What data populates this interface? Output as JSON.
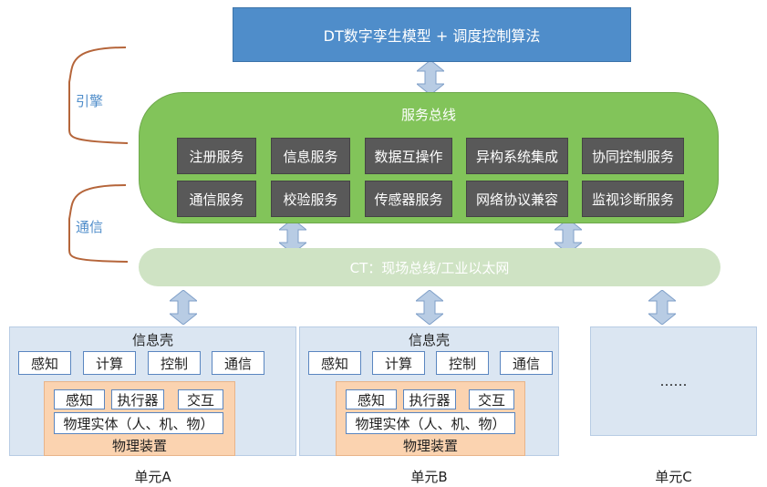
{
  "top_box": "DT数字孪生模型 + 调度控制算法",
  "side_labels": {
    "engine": "引擎",
    "comm": "通信"
  },
  "service_bus": {
    "title": "服务总线",
    "row1": [
      "注册服务",
      "信息服务",
      "数据互操作",
      "异构系统集成",
      "协同控制服务"
    ],
    "row2": [
      "通信服务",
      "校验服务",
      "传感器服务",
      "网络协议兼容",
      "监视诊断服务"
    ]
  },
  "ct_bar": "CT：现场总线/工业以太网",
  "unit_a": {
    "shell_title": "信息壳",
    "shell_cells": [
      "感知",
      "计算",
      "控制",
      "通信"
    ],
    "device_cells": [
      "感知",
      "执行器",
      "交互"
    ],
    "entity": "物理实体（人、机、物）",
    "device_label": "物理装置",
    "caption": "单元A"
  },
  "unit_b": {
    "shell_title": "信息壳",
    "shell_cells": [
      "感知",
      "计算",
      "控制",
      "通信"
    ],
    "device_cells": [
      "感知",
      "执行器",
      "交互"
    ],
    "entity": "物理实体（人、机、物）",
    "device_label": "物理装置",
    "caption": "单元B"
  },
  "unit_c": {
    "ellipsis": "……",
    "caption": "单元C"
  },
  "colors": {
    "top_box": "#4f8dca",
    "service_bus": "#82c45a",
    "service_cell": "#595959",
    "ct_bar": "#cfe3c4",
    "unit_shell": "#dbe6f2",
    "physical_device": "#fbd3b0",
    "brace": "#b5653a",
    "arrow": "#b8cce4"
  }
}
